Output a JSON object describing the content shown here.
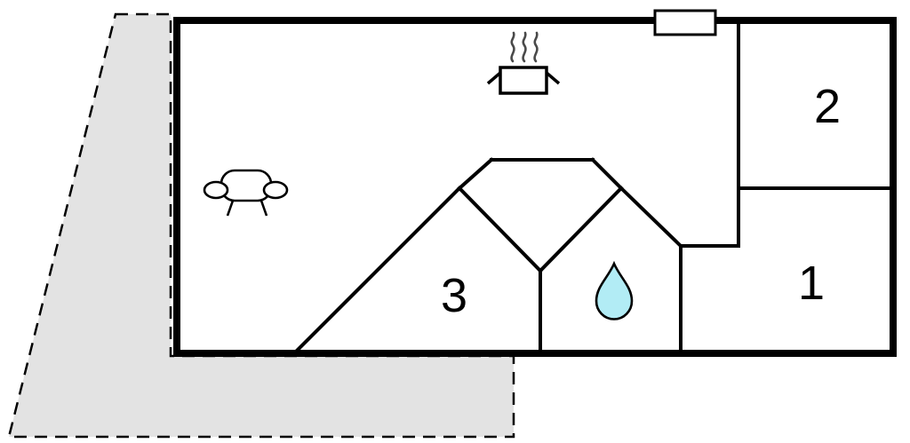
{
  "floorplan": {
    "title": "holiday-home-floor-plan",
    "rooms": [
      {
        "id": "room-1",
        "label": "1"
      },
      {
        "id": "room-2",
        "label": "2"
      },
      {
        "id": "room-3",
        "label": "3"
      }
    ],
    "icons": [
      "sofa-icon",
      "stove-icon",
      "steam-icon",
      "water-drop-icon",
      "chimney-symbol"
    ],
    "colors": {
      "wall": "#000000",
      "background": "#ffffff",
      "terrace_fill": "#e3e3e3",
      "water_drop_fill": "#b2ecf5",
      "steam": "#4a4a4a"
    }
  }
}
